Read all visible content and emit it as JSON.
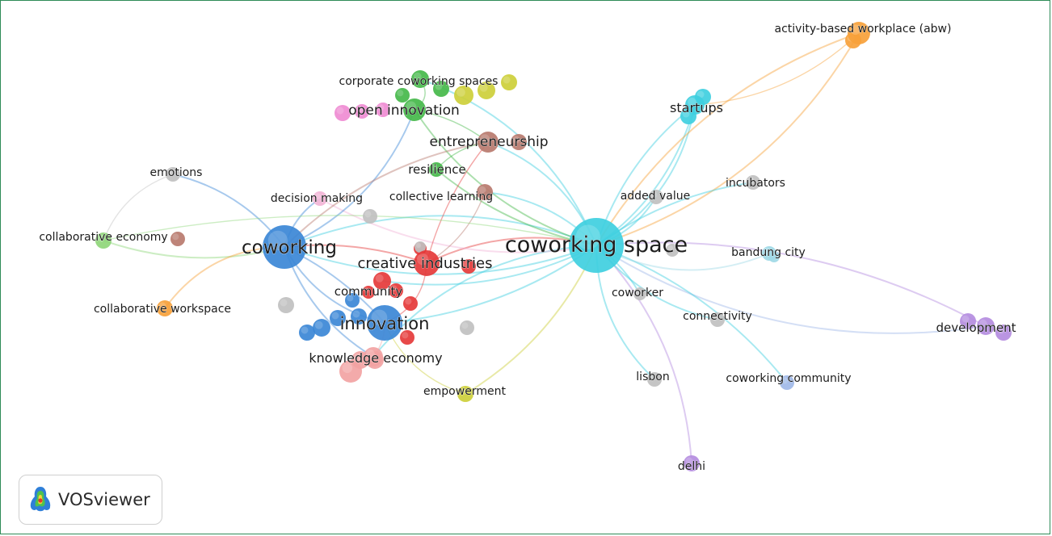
{
  "app": {
    "brand": "VOSviewer"
  },
  "colors": {
    "red": "#e53a3a",
    "blue": "#3b87d6",
    "cyan": "#3fcfe0",
    "green": "#45b84a",
    "brown": "#b97a6e",
    "yellow": "#cdcf3a",
    "pink": "#ef8bd2",
    "lightred": "#f2a3a3",
    "lightgreen": "#8fd67a",
    "orange": "#f7a13a",
    "purple": "#b48ce0",
    "lightblue": "#9fb8e8",
    "gray": "#c0c0c0",
    "lightcyan": "#9fd9e6",
    "lightpink": "#f2b4d6"
  },
  "nodes": [
    {
      "id": "coworking-space",
      "label": "coworking space",
      "color": "cyan"
    },
    {
      "id": "coworking",
      "label": "coworking",
      "color": "blue"
    },
    {
      "id": "innovation",
      "label": "innovation",
      "color": "blue"
    },
    {
      "id": "creative-industries",
      "label": "creative industries",
      "color": "red"
    },
    {
      "id": "community",
      "label": "community",
      "color": "red"
    },
    {
      "id": "knowledge-economy",
      "label": "knowledge economy",
      "color": "lightred"
    },
    {
      "id": "open-innovation",
      "label": "open innovation",
      "color": "green"
    },
    {
      "id": "corporate-coworking-spaces",
      "label": "corporate coworking spaces",
      "color": "green"
    },
    {
      "id": "entrepreneurship",
      "label": "entrepreneurship",
      "color": "brown"
    },
    {
      "id": "resilience",
      "label": "resilience",
      "color": "green"
    },
    {
      "id": "collective-learning",
      "label": "collective learning",
      "color": "brown"
    },
    {
      "id": "decision-making",
      "label": "decision making",
      "color": "lightpink"
    },
    {
      "id": "emotions",
      "label": "emotions",
      "color": "gray"
    },
    {
      "id": "collaborative-economy",
      "label": "collaborative economy",
      "color": "lightgreen"
    },
    {
      "id": "collaborative-workspace",
      "label": "collaborative workspace",
      "color": "orange"
    },
    {
      "id": "empowerment",
      "label": "empowerment",
      "color": "yellow"
    },
    {
      "id": "startups",
      "label": "startups",
      "color": "cyan"
    },
    {
      "id": "activity-based-workplace",
      "label": "activity-based workplace (abw)",
      "color": "orange"
    },
    {
      "id": "incubators",
      "label": "incubators",
      "color": "gray"
    },
    {
      "id": "added-value",
      "label": "added value",
      "color": "gray"
    },
    {
      "id": "bandung-city",
      "label": "bandung city",
      "color": "lightcyan"
    },
    {
      "id": "coworker",
      "label": "coworker",
      "color": "gray"
    },
    {
      "id": "connectivity",
      "label": "connectivity",
      "color": "gray"
    },
    {
      "id": "development",
      "label": "development",
      "color": "purple"
    },
    {
      "id": "lisbon",
      "label": "lisbon",
      "color": "gray"
    },
    {
      "id": "coworking-community",
      "label": "coworking community",
      "color": "lightblue"
    },
    {
      "id": "delhi",
      "label": "delhi",
      "color": "purple"
    }
  ]
}
